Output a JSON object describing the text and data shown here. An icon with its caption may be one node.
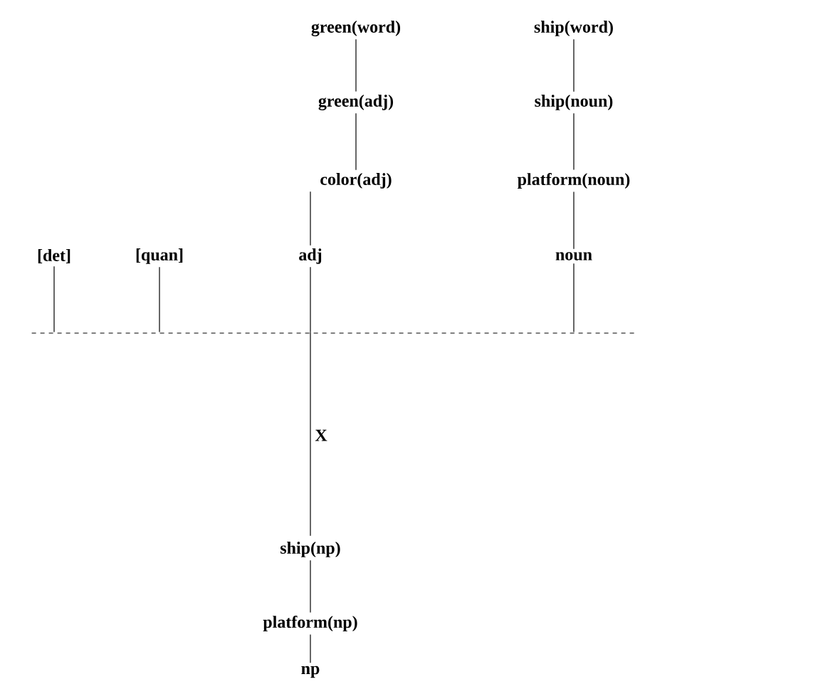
{
  "diagram": {
    "nodes": [
      {
        "text": [
          "green(word)"
        ]
      },
      {
        "text": [
          "ship(word)"
        ]
      },
      {
        "text": [
          "green(adj)"
        ]
      },
      {
        "text": [
          "ship(noun)"
        ]
      },
      {
        "text": [
          "color(adj)"
        ]
      },
      {
        "text": [
          "platform(noun)"
        ]
      },
      {
        "text": [
          "[det]"
        ]
      },
      {
        "text": [
          "[quan]"
        ]
      },
      {
        "text": [
          "adj"
        ]
      },
      {
        "text": [
          "noun"
        ]
      },
      {
        "text": [],
        "shape": "bar"
      },
      {
        "text": [
          "ship(np)"
        ]
      },
      {
        "text": [
          "platform(np)"
        ]
      },
      {
        "text": [
          "np"
        ]
      }
    ],
    "edges": [
      {
        "from": 0,
        "to": 2,
        "arrow": "none"
      },
      {
        "from": 2,
        "to": 4,
        "arrow": "none"
      },
      {
        "from": 4,
        "to": 8,
        "arrow": "none"
      },
      {
        "from": 1,
        "to": 3,
        "arrow": "none"
      },
      {
        "from": 3,
        "to": 5,
        "arrow": "none"
      },
      {
        "from": 5,
        "to": 9,
        "arrow": "none"
      },
      {
        "from": 6,
        "to": 10,
        "arrow": "none"
      },
      {
        "from": 7,
        "to": 10,
        "arrow": "none"
      },
      {
        "from": 8,
        "to": 10,
        "arrow": "none"
      },
      {
        "from": 9,
        "to": 10,
        "arrow": "none"
      },
      {
        "from": 10,
        "to": 11,
        "arrow": "none",
        "label": "X"
      },
      {
        "from": 11,
        "to": 12,
        "arrow": "none"
      },
      {
        "from": 12,
        "to": 13,
        "arrow": "none"
      }
    ]
  }
}
